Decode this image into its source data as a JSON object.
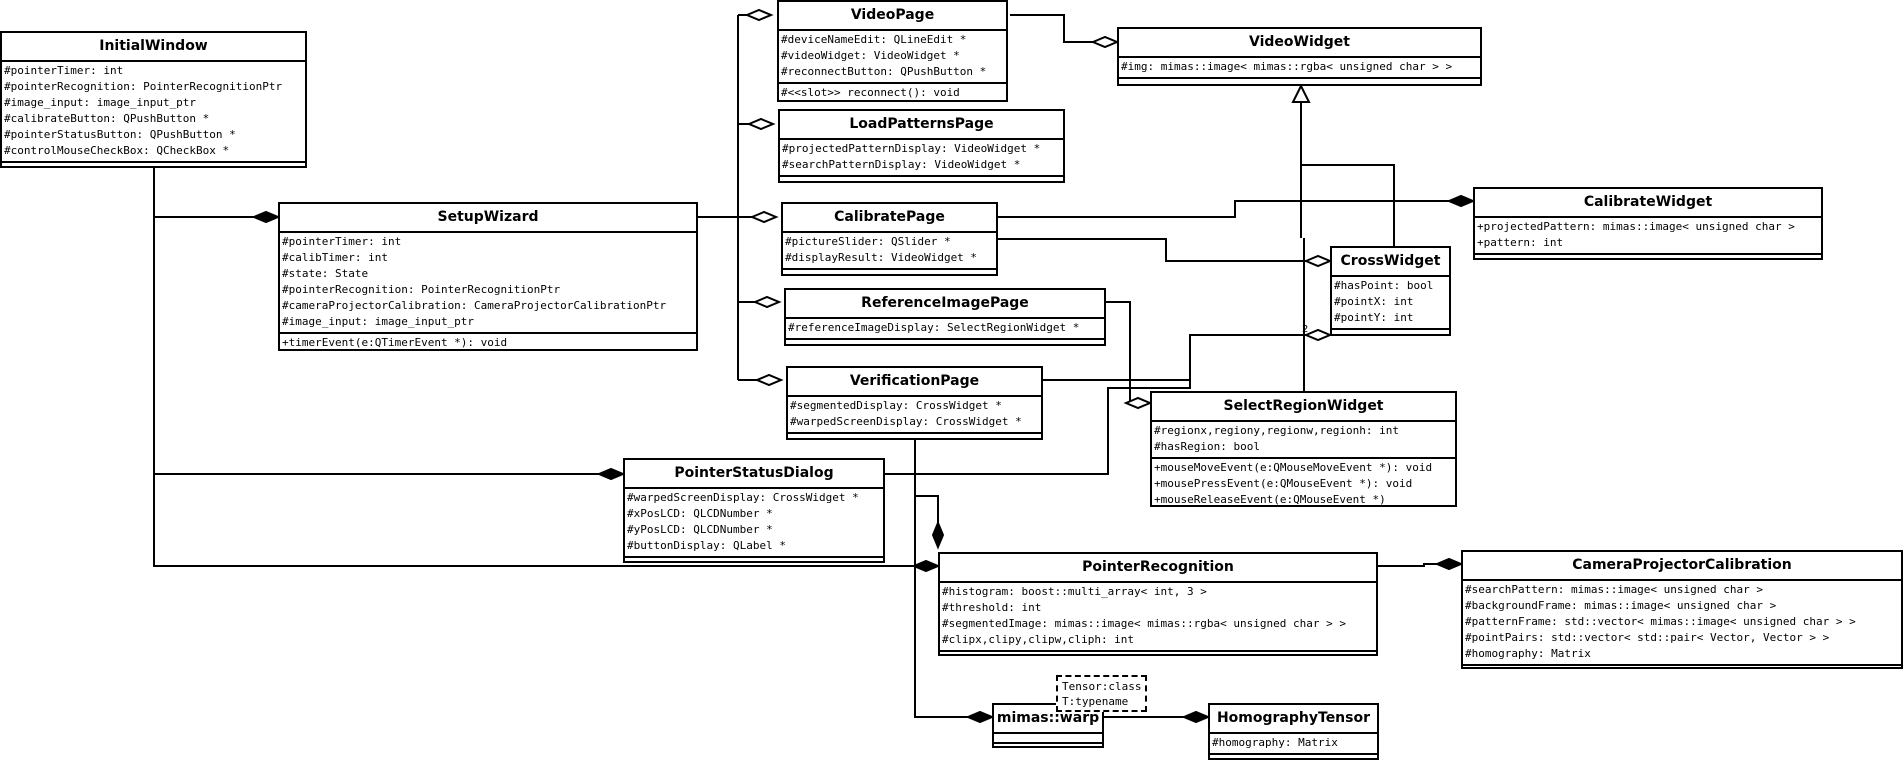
{
  "classes": {
    "initial_window": {
      "name": "InitialWindow",
      "attributes": [
        "#pointerTimer: int",
        "#pointerRecognition: PointerRecognitionPtr",
        "#image_input: image_input_ptr",
        "#calibrateButton: QPushButton *",
        "#pointerStatusButton: QPushButton *",
        "#controlMouseCheckBox: QCheckBox *"
      ],
      "operations": []
    },
    "setup_wizard": {
      "name": "SetupWizard",
      "attributes": [
        "#pointerTimer: int",
        "#calibTimer: int",
        "#state: State",
        "#pointerRecognition: PointerRecognitionPtr",
        "#cameraProjectorCalibration: CameraProjectorCalibrationPtr",
        "#image_input: image_input_ptr"
      ],
      "operations": [
        "+timerEvent(e:QTimerEvent *): void"
      ]
    },
    "video_page": {
      "name": "VideoPage",
      "attributes": [
        "#deviceNameEdit: QLineEdit *",
        "#videoWidget: VideoWidget *",
        "#reconnectButton: QPushButton *"
      ],
      "operations": [
        "#<<slot>> reconnect(): void"
      ]
    },
    "load_patterns_page": {
      "name": "LoadPatternsPage",
      "attributes": [
        "#projectedPatternDisplay: VideoWidget *",
        "#searchPatternDisplay: VideoWidget *"
      ],
      "operations": []
    },
    "calibrate_page": {
      "name": "CalibratePage",
      "attributes": [
        "#pictureSlider: QSlider *",
        "#displayResult: VideoWidget *"
      ],
      "operations": []
    },
    "reference_image_page": {
      "name": "ReferenceImagePage",
      "attributes": [
        "#referenceImageDisplay: SelectRegionWidget *"
      ],
      "operations": []
    },
    "verification_page": {
      "name": "VerificationPage",
      "attributes": [
        "#segmentedDisplay: CrossWidget *",
        "#warpedScreenDisplay: CrossWidget *"
      ],
      "operations": []
    },
    "video_widget": {
      "name": "VideoWidget",
      "attributes": [
        "#img: mimas::image< mimas::rgba< unsigned char > >"
      ],
      "operations": []
    },
    "calibrate_widget": {
      "name": "CalibrateWidget",
      "attributes": [
        "+projectedPattern: mimas::image< unsigned char >",
        "+pattern: int"
      ],
      "operations": []
    },
    "cross_widget": {
      "name": "CrossWidget",
      "attributes": [
        "#hasPoint: bool",
        "#pointX: int",
        "#pointY: int"
      ],
      "operations": []
    },
    "select_region_widget": {
      "name": "SelectRegionWidget",
      "attributes": [
        "#regionx,regiony,regionw,regionh: int",
        "#hasRegion: bool"
      ],
      "operations": [
        "+mouseMoveEvent(e:QMouseMoveEvent *): void",
        "+mousePressEvent(e:QMouseEvent *): void",
        "+mouseReleaseEvent(e:QMouseEvent *)"
      ]
    },
    "pointer_status_dialog": {
      "name": "PointerStatusDialog",
      "attributes": [
        "#warpedScreenDisplay: CrossWidget *",
        "#xPosLCD: QLCDNumber *",
        "#yPosLCD: QLCDNumber *",
        "#buttonDisplay: QLabel *"
      ],
      "operations": []
    },
    "pointer_recognition": {
      "name": "PointerRecognition",
      "attributes": [
        "#histogram: boost::multi_array< int, 3 >",
        "#threshold: int",
        "#segmentedImage: mimas::image< mimas::rgba< unsigned char > >",
        "#clipx,clipy,clipw,cliph: int"
      ],
      "operations": []
    },
    "camera_projector_calibration": {
      "name": "CameraProjectorCalibration",
      "attributes": [
        "#searchPattern: mimas::image< unsigned char >",
        "#backgroundFrame: mimas::image< unsigned char >",
        "#patternFrame: std::vector< mimas::image< unsigned char > >",
        "#pointPairs: std::vector< std::pair< Vector, Vector > >",
        "#homography: Matrix"
      ],
      "operations": []
    },
    "mimas_warp": {
      "name": "mimas::warp",
      "attributes": [],
      "operations": []
    },
    "homography_tensor": {
      "name": "HomographyTensor",
      "attributes": [
        "#homography: Matrix"
      ],
      "operations": []
    }
  },
  "template_params": [
    "Tensor:class",
    "T:typename"
  ],
  "multiplicity_label": "2"
}
